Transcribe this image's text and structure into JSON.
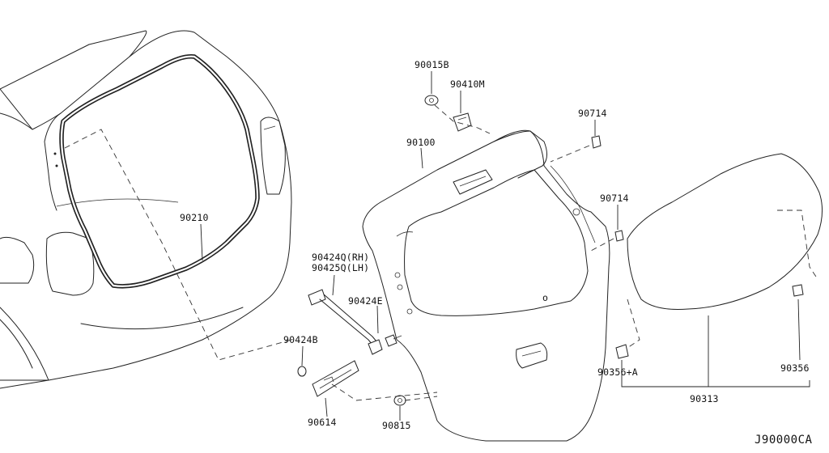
{
  "diagram": {
    "code": "J90000CA",
    "labels": {
      "p90015B": "90015B",
      "p90410M": "90410M",
      "p90714_top": "90714",
      "p90100": "90100",
      "p90714_mid": "90714",
      "p90210": "90210",
      "p90424Q": "90424Q(RH)",
      "p90425Q": "90425Q(LH)",
      "p90424E": "90424E",
      "p90424B": "90424B",
      "p90614": "90614",
      "p90815": "90815",
      "p90356A": "90356+A",
      "p90313": "90313",
      "p90356": "90356"
    }
  }
}
